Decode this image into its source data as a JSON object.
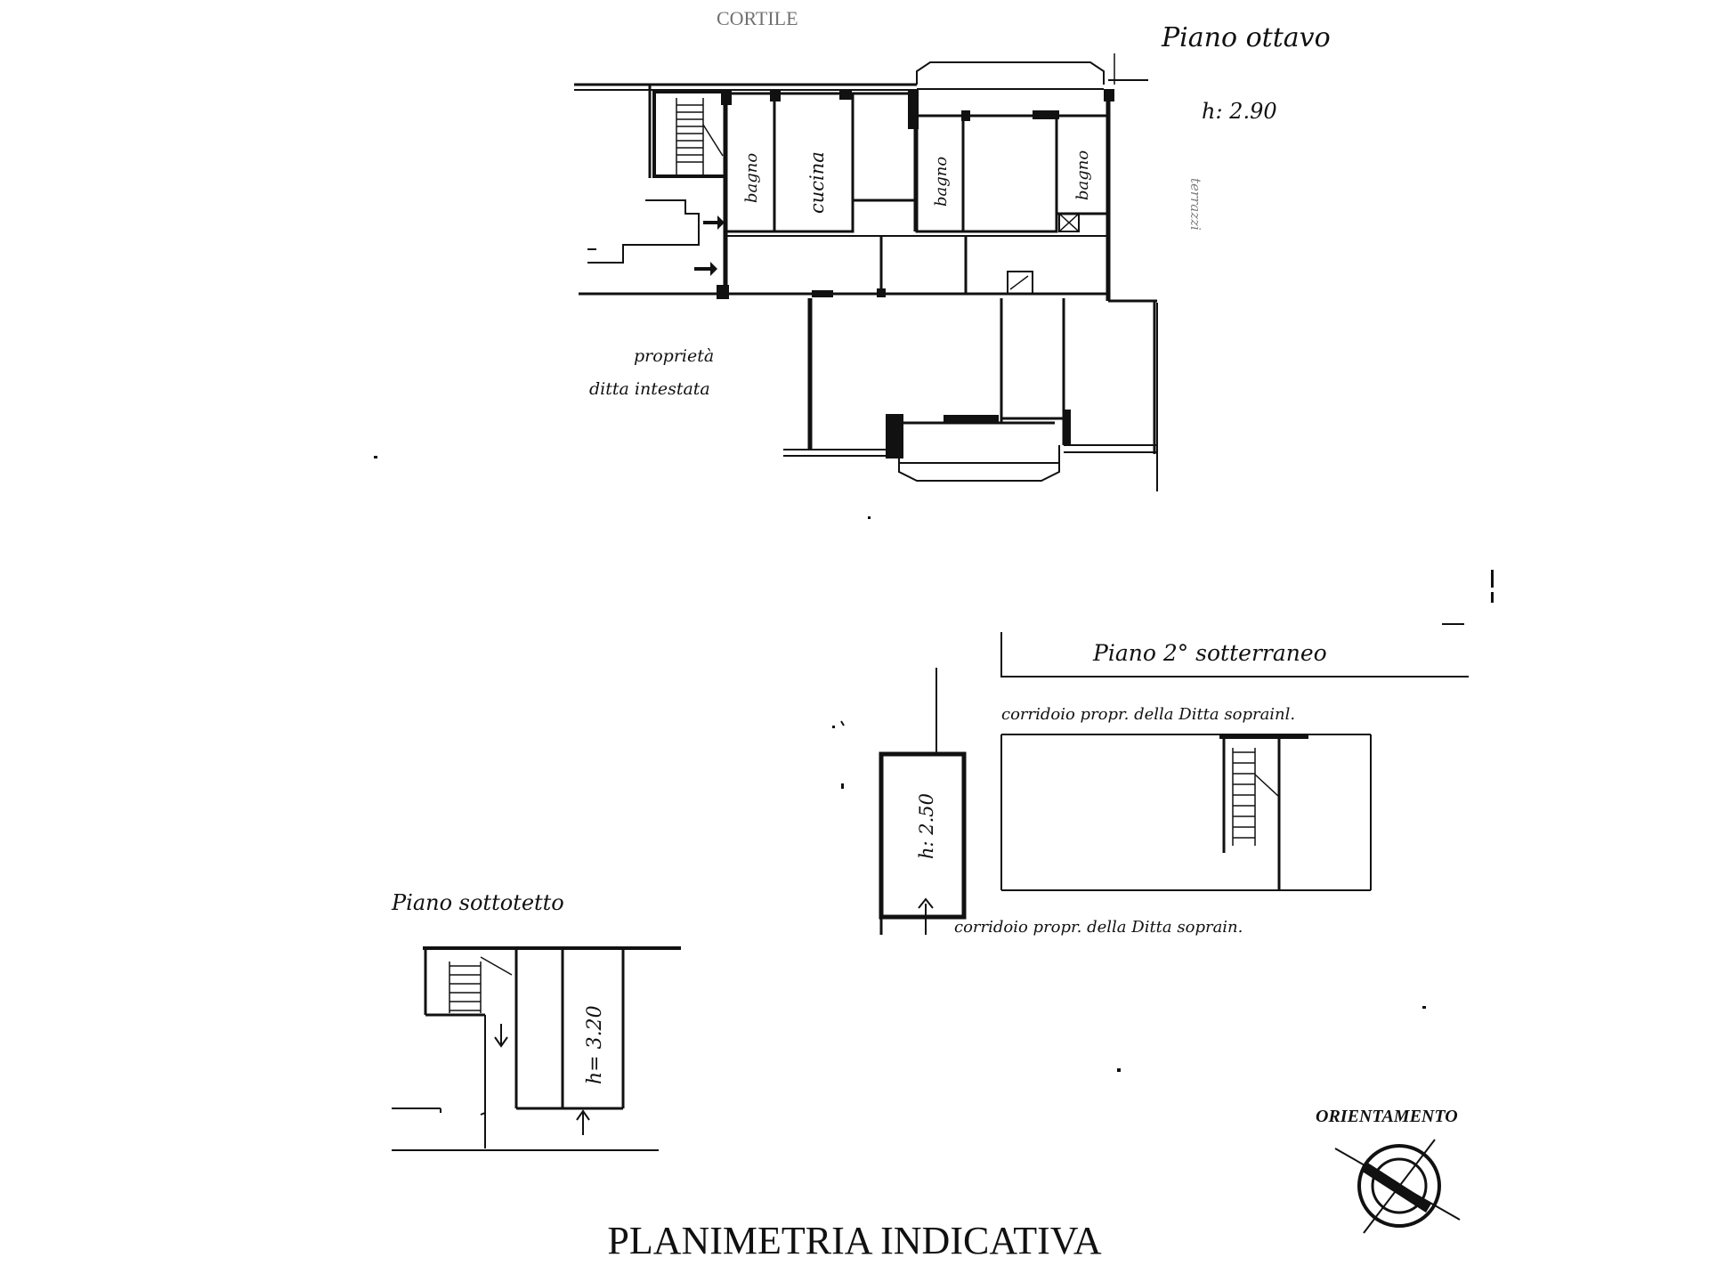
{
  "colors": {
    "ink": "#111111",
    "paper": "#ffffff"
  },
  "eighth_floor": {
    "title": "Piano ottavo",
    "height": "h: 2.90",
    "top_mark": "CORTILE",
    "side_mark": "terrazzi",
    "rooms": {
      "bath1": "bagno",
      "kitchen": "cucina",
      "bath2": "bagno",
      "bath3": "bagno"
    },
    "neighbour_line1": "proprietà",
    "neighbour_line2": "ditta intestata"
  },
  "basement": {
    "title": "Piano 2° sotterraneo",
    "corridor_top": "corridoio propr. della Ditta soprainl.",
    "corridor_bottom": "corridoio propr. della Ditta soprain.",
    "height": "h: 2.50"
  },
  "attic": {
    "title": "Piano sottotetto",
    "height": "h= 3.20"
  },
  "orientation": {
    "label": "ORIENTAMENTO",
    "icon": "compass-icon"
  },
  "caption": "PLANIMETRIA INDICATIVA"
}
